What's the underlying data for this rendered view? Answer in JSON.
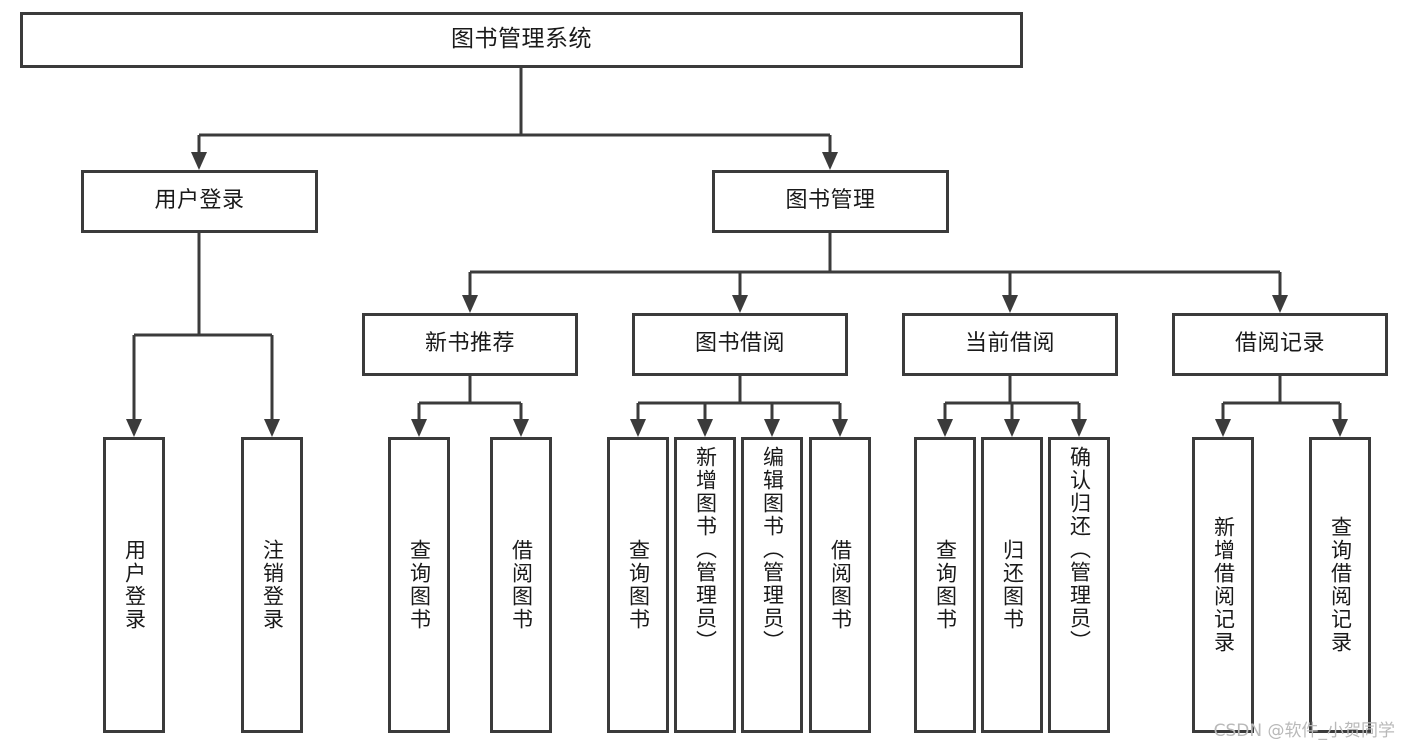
{
  "diagram": {
    "title": "图书管理系统",
    "type": "tree",
    "watermark": "CSDN @软件_小贺同学",
    "colors": {
      "stroke": "#3b3b3b",
      "box_fill": "#ffffff",
      "text": "#1a1a1a",
      "watermark": "#b9b9b9",
      "background": "#ffffff"
    },
    "root": {
      "label": "图书管理系统"
    },
    "level2": [
      {
        "label": "用户登录"
      },
      {
        "label": "图书管理"
      }
    ],
    "level3": [
      {
        "label": "新书推荐"
      },
      {
        "label": "图书借阅"
      },
      {
        "label": "当前借阅"
      },
      {
        "label": "借阅记录"
      }
    ],
    "leaves": {
      "user_login": [
        {
          "label": "用户登录"
        },
        {
          "label": "注销登录"
        }
      ],
      "new_book_recommend": [
        {
          "label": "查询图书"
        },
        {
          "label": "借阅图书"
        }
      ],
      "book_borrow": [
        {
          "label": "查询图书"
        },
        {
          "label": "新增图书（管理员）"
        },
        {
          "label": "编辑图书（管理员）"
        },
        {
          "label": "借阅图书"
        }
      ],
      "current_borrow": [
        {
          "label": "查询图书"
        },
        {
          "label": "归还图书"
        },
        {
          "label": "确认归还（管理员）"
        }
      ],
      "borrow_record": [
        {
          "label": "新增借阅记录"
        },
        {
          "label": "查询借阅记录"
        }
      ]
    }
  }
}
